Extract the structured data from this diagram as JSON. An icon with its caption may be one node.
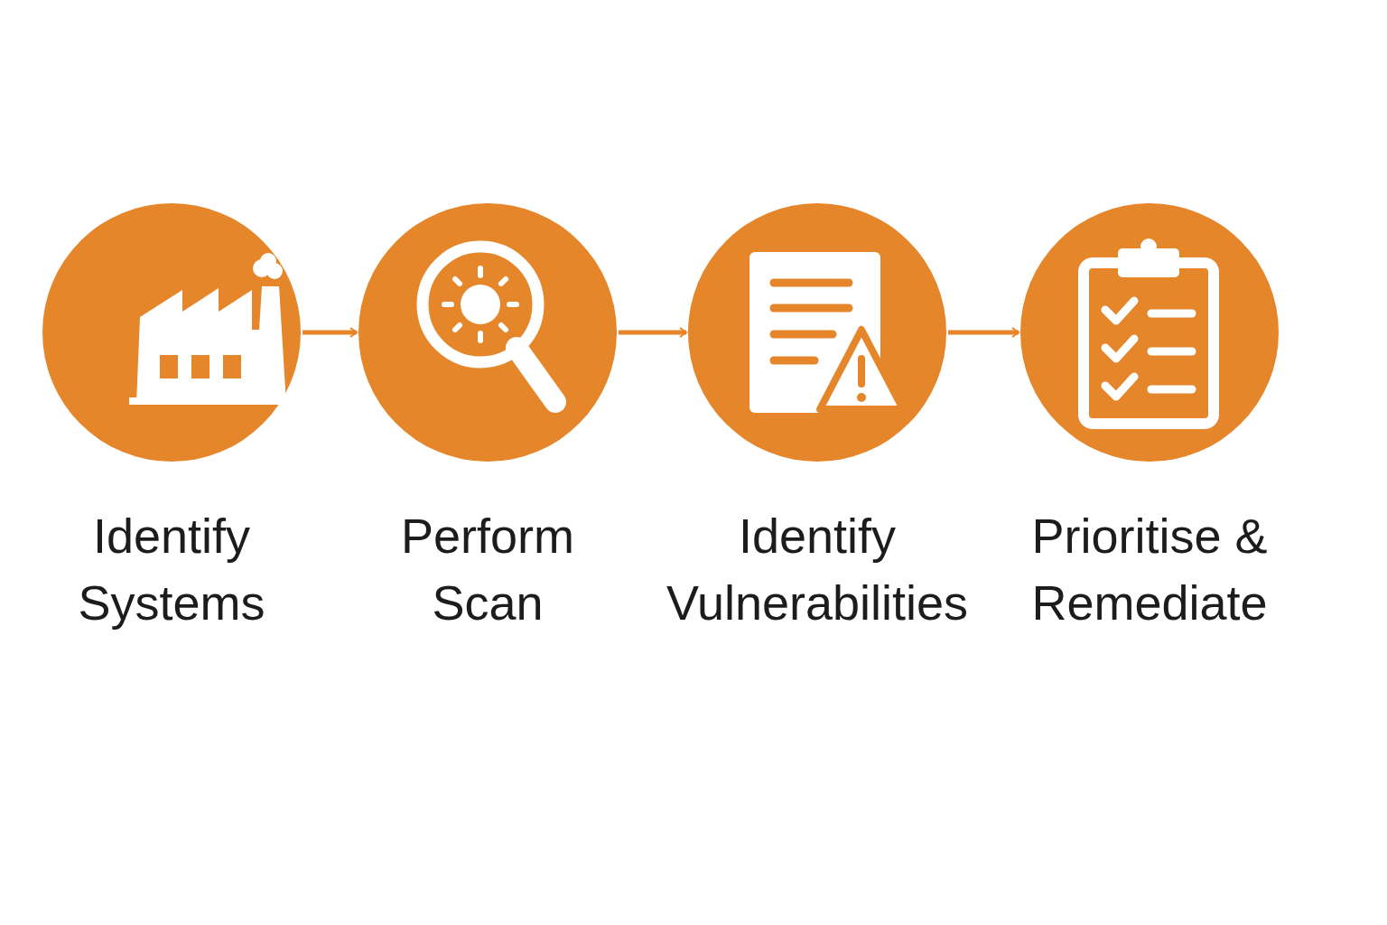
{
  "diagram": {
    "nodes": [
      {
        "text": [
          "Identify Systems"
        ]
      },
      {
        "text": [
          "Perform Scan"
        ]
      },
      {
        "text": [
          "Identify Vulnerabilities"
        ]
      },
      {
        "text": [
          "Prioritise & Remediate"
        ]
      }
    ],
    "edges": [
      {
        "from": 0,
        "to": 1,
        "arrow": "to"
      },
      {
        "from": 1,
        "to": 2,
        "arrow": "to"
      },
      {
        "from": 2,
        "to": 3,
        "arrow": "to"
      }
    ]
  }
}
